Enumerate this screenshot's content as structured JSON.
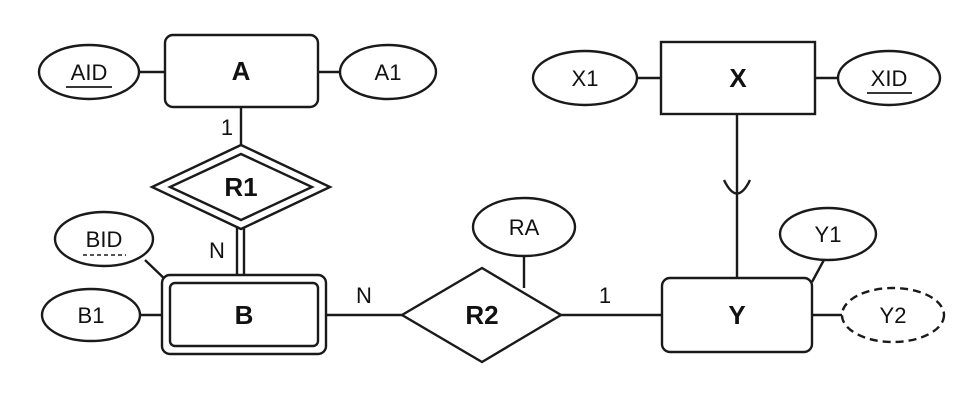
{
  "entities": {
    "a": "A",
    "b": "B",
    "x": "X",
    "y": "Y"
  },
  "relationships": {
    "r1": "R1",
    "r2": "R2"
  },
  "attributes": {
    "aid": "AID",
    "a1": "A1",
    "bid": "BID",
    "b1": "B1",
    "x1": "X1",
    "xid": "XID",
    "ra": "RA",
    "y1": "Y1",
    "y2": "Y2"
  },
  "cardinalities": {
    "a_r1": "1",
    "b_r1": "N",
    "b_r2": "N",
    "y_r2": "1"
  }
}
